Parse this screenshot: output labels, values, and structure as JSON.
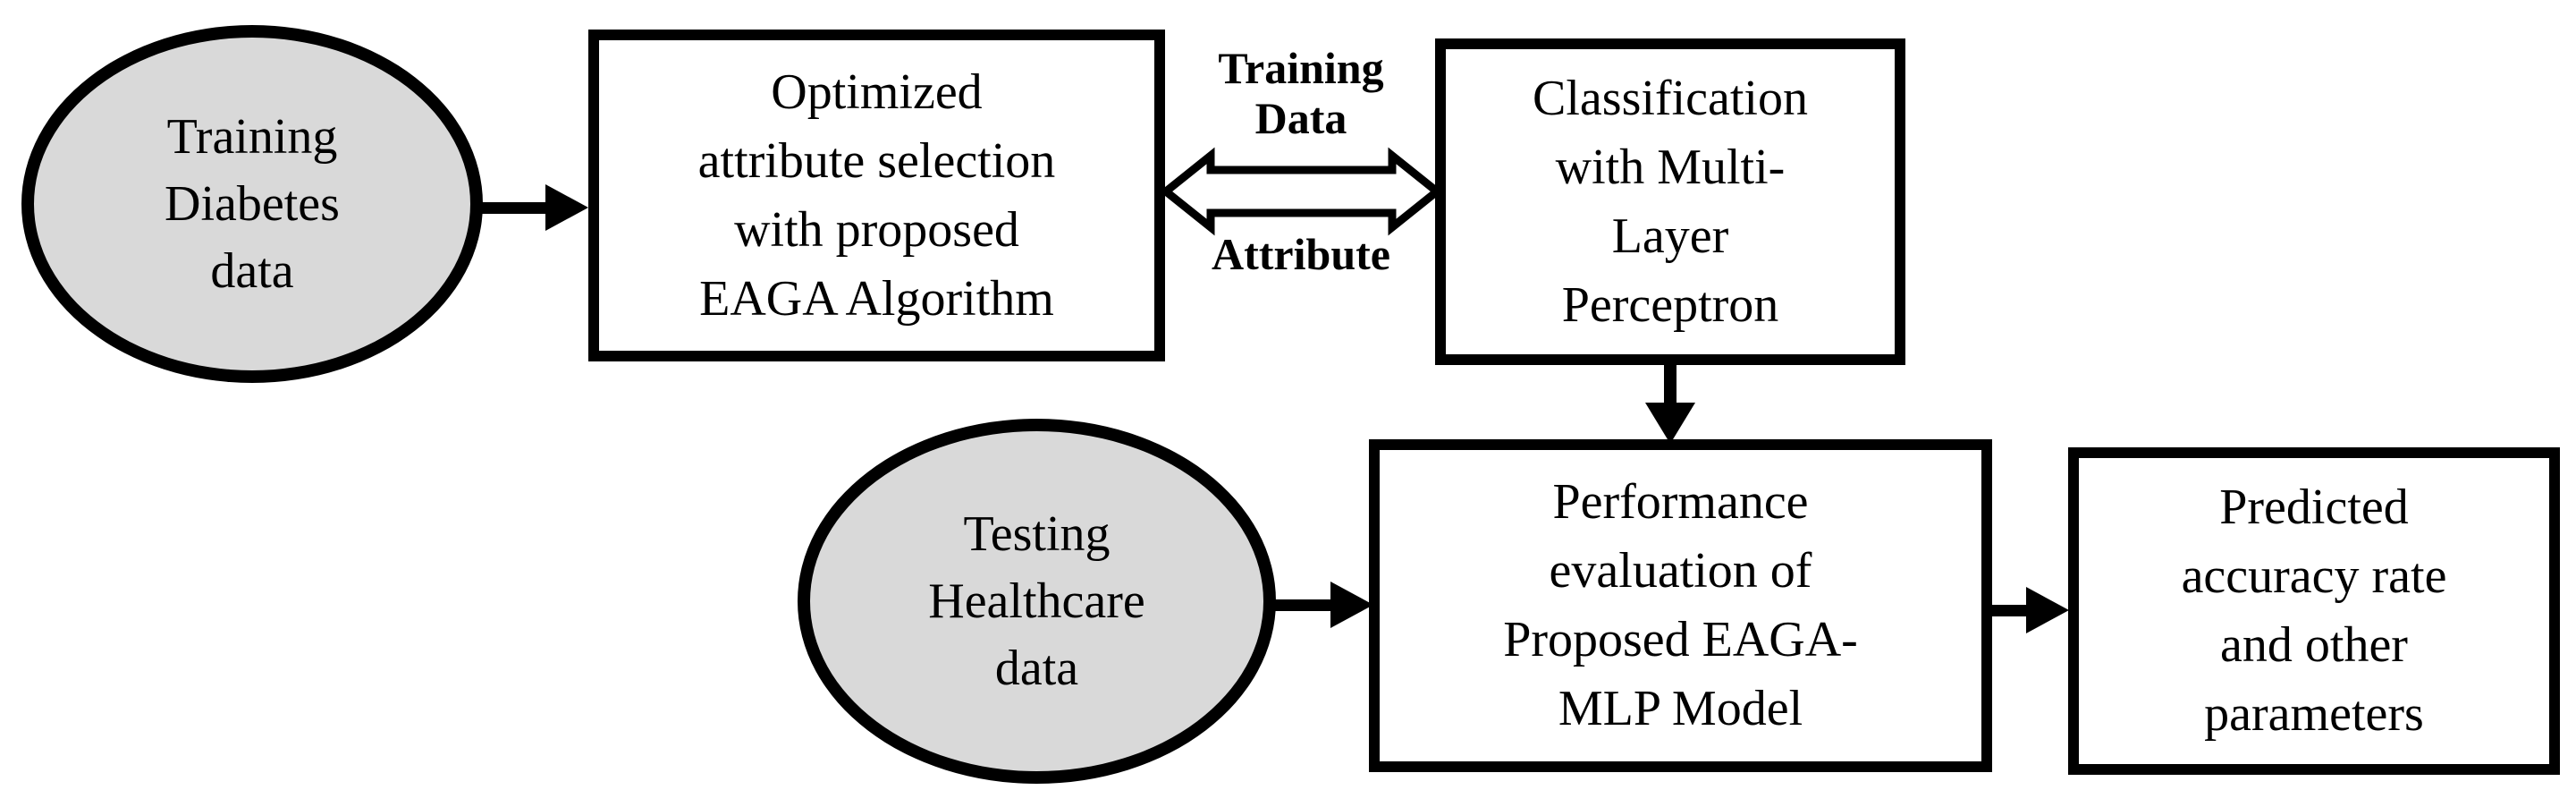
{
  "colors": {
    "stroke": "#000000",
    "node_fill_gray": "#d9d9d9",
    "box_fill": "#ffffff"
  },
  "nodes": {
    "training": {
      "lines": [
        "Training",
        "Diabetes",
        "data"
      ]
    },
    "eaga": {
      "lines": [
        "Optimized",
        "attribute selection",
        "with proposed",
        "EAGA Algorithm"
      ]
    },
    "classification": {
      "lines": [
        "Classification",
        "with Multi-",
        "Layer",
        "Perceptron"
      ]
    },
    "testing": {
      "lines": [
        "Testing",
        "Healthcare",
        "data"
      ]
    },
    "performance": {
      "lines": [
        "Performance",
        "evaluation of",
        "Proposed EAGA-",
        "MLP Model"
      ]
    },
    "prediction": {
      "lines": [
        "Predicted",
        "accuracy rate",
        "and other",
        "parameters"
      ]
    }
  },
  "edge_labels": {
    "training_data": [
      "Training",
      "Data"
    ],
    "attribute": "Attribute"
  }
}
